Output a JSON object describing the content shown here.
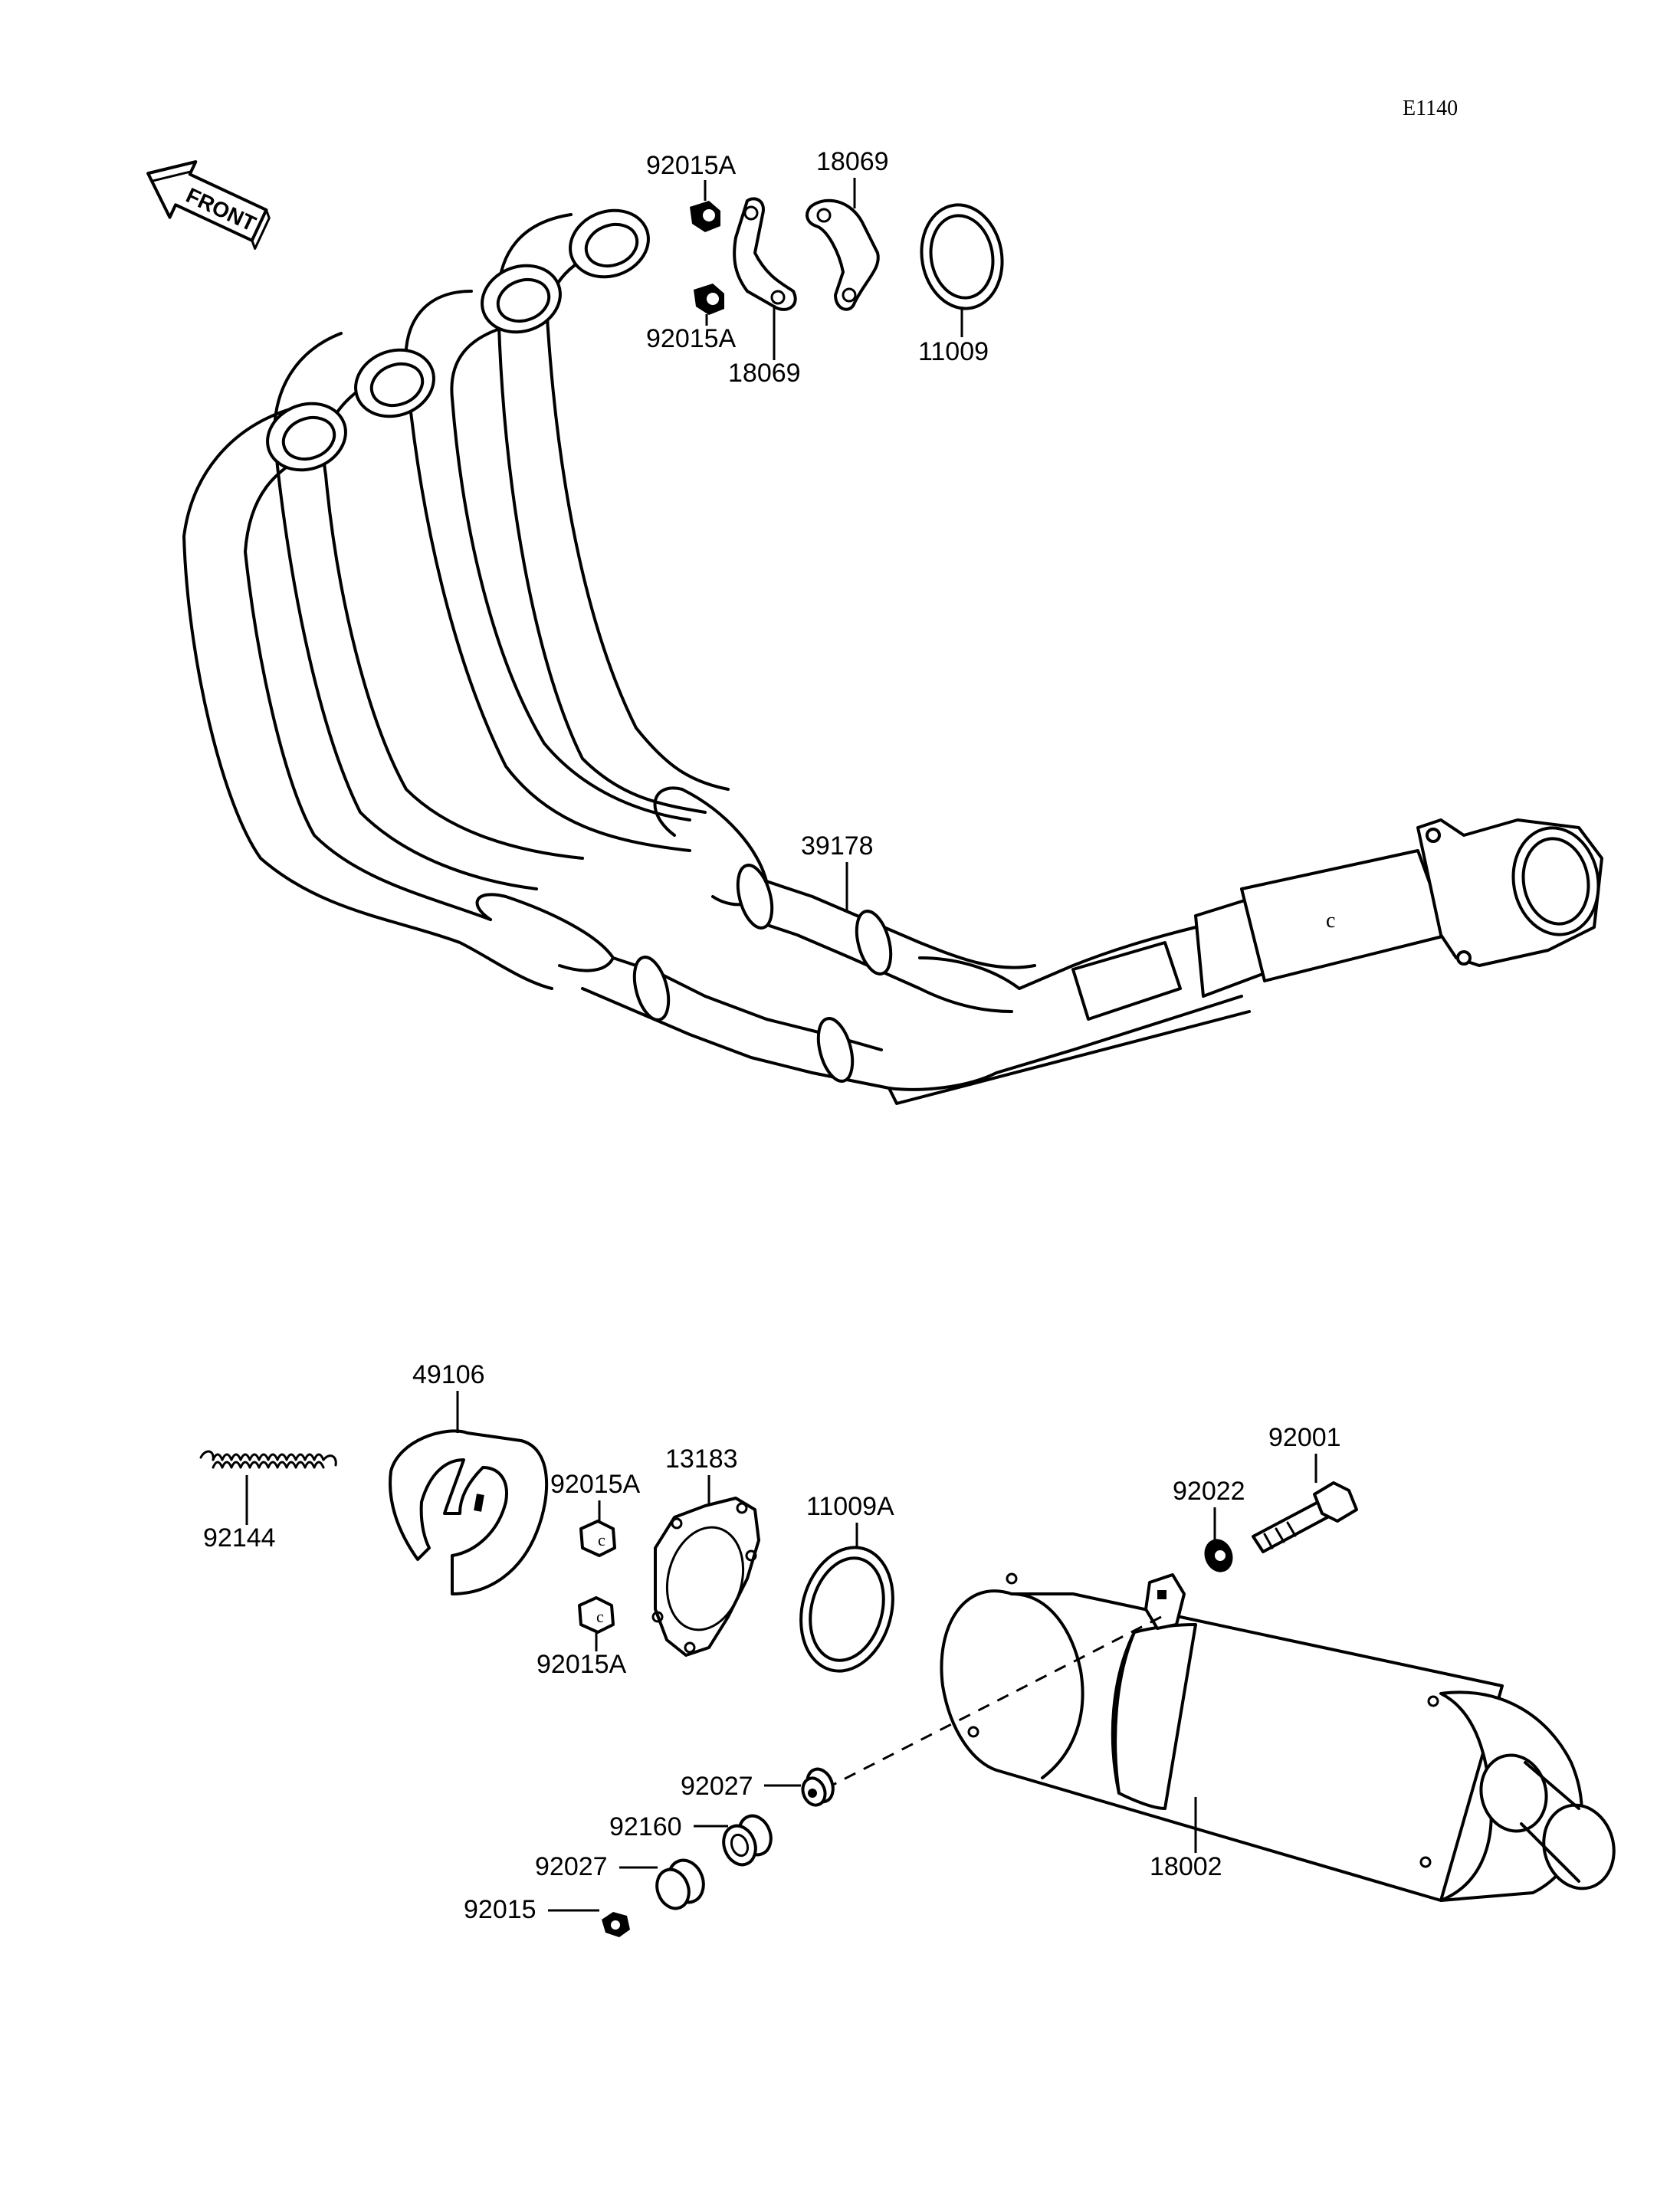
{
  "diagram_code": "E1140",
  "front_label": "FRONT",
  "parts": {
    "p92015A_a": "92015A",
    "p92015A_b": "92015A",
    "p18069_a": "18069",
    "p18069_b": "18069",
    "p11009": "11009",
    "p39178": "39178",
    "p49106": "49106",
    "p92144": "92144",
    "p92015A_c": "92015A",
    "p92015A_d": "92015A",
    "p13183": "13183",
    "p11009A": "11009A",
    "p92001": "92001",
    "p92022": "92022",
    "p92027_a": "92027",
    "p92160": "92160",
    "p92027_b": "92027",
    "p92015": "92015",
    "p18002": "18002"
  }
}
